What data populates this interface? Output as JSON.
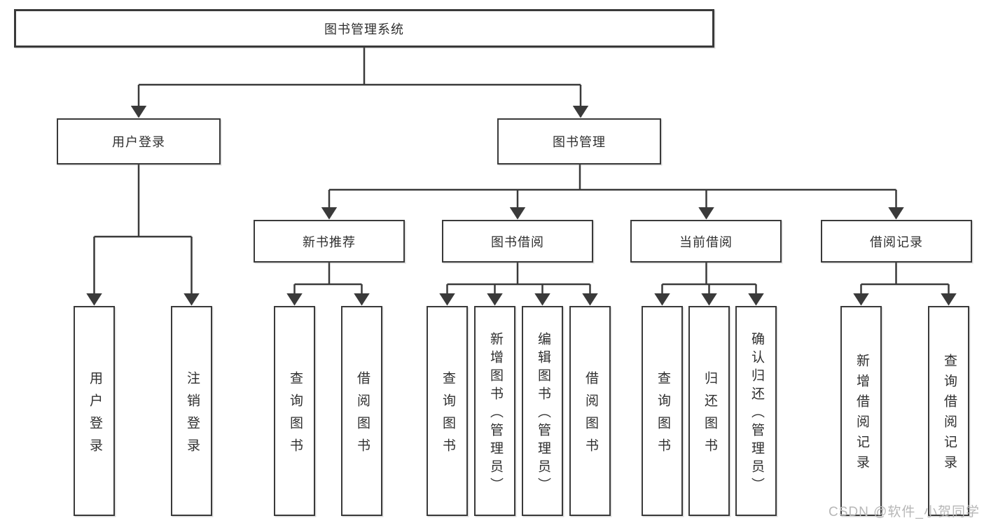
{
  "diagram": {
    "type": "hierarchy-tree",
    "title": "图书管理系统",
    "nodes": {
      "root": {
        "label": "图书管理系统"
      },
      "level2": [
        {
          "label": "用户登录"
        },
        {
          "label": "图书管理"
        }
      ],
      "level3": [
        {
          "label": "新书推荐",
          "parent": "图书管理"
        },
        {
          "label": "图书借阅",
          "parent": "图书管理"
        },
        {
          "label": "当前借阅",
          "parent": "图书管理"
        },
        {
          "label": "借阅记录",
          "parent": "图书管理"
        }
      ],
      "leaves": [
        {
          "label": "用户登录",
          "parent": "用户登录"
        },
        {
          "label": "注销登录",
          "parent": "用户登录"
        },
        {
          "label": "查询图书",
          "parent": "新书推荐"
        },
        {
          "label": "借阅图书",
          "parent": "新书推荐"
        },
        {
          "label": "查询图书",
          "parent": "图书借阅"
        },
        {
          "label": "新增图书（管理员）",
          "parent": "图书借阅"
        },
        {
          "label": "编辑图书（管理员）",
          "parent": "图书借阅"
        },
        {
          "label": "借阅图书",
          "parent": "图书借阅"
        },
        {
          "label": "查询图书",
          "parent": "当前借阅"
        },
        {
          "label": "归还图书",
          "parent": "当前借阅"
        },
        {
          "label": "确认归还（管理员）",
          "parent": "当前借阅"
        },
        {
          "label": "新增借阅记录",
          "parent": "借阅记录"
        },
        {
          "label": "查询借阅记录",
          "parent": "借阅记录"
        }
      ]
    },
    "colors": {
      "line": "#3a3a3a",
      "box_background": "#ffffff",
      "text": "#2f2f2f",
      "watermark": "#b7b7b7"
    },
    "watermark": "CSDN @软件_小贺同学"
  }
}
